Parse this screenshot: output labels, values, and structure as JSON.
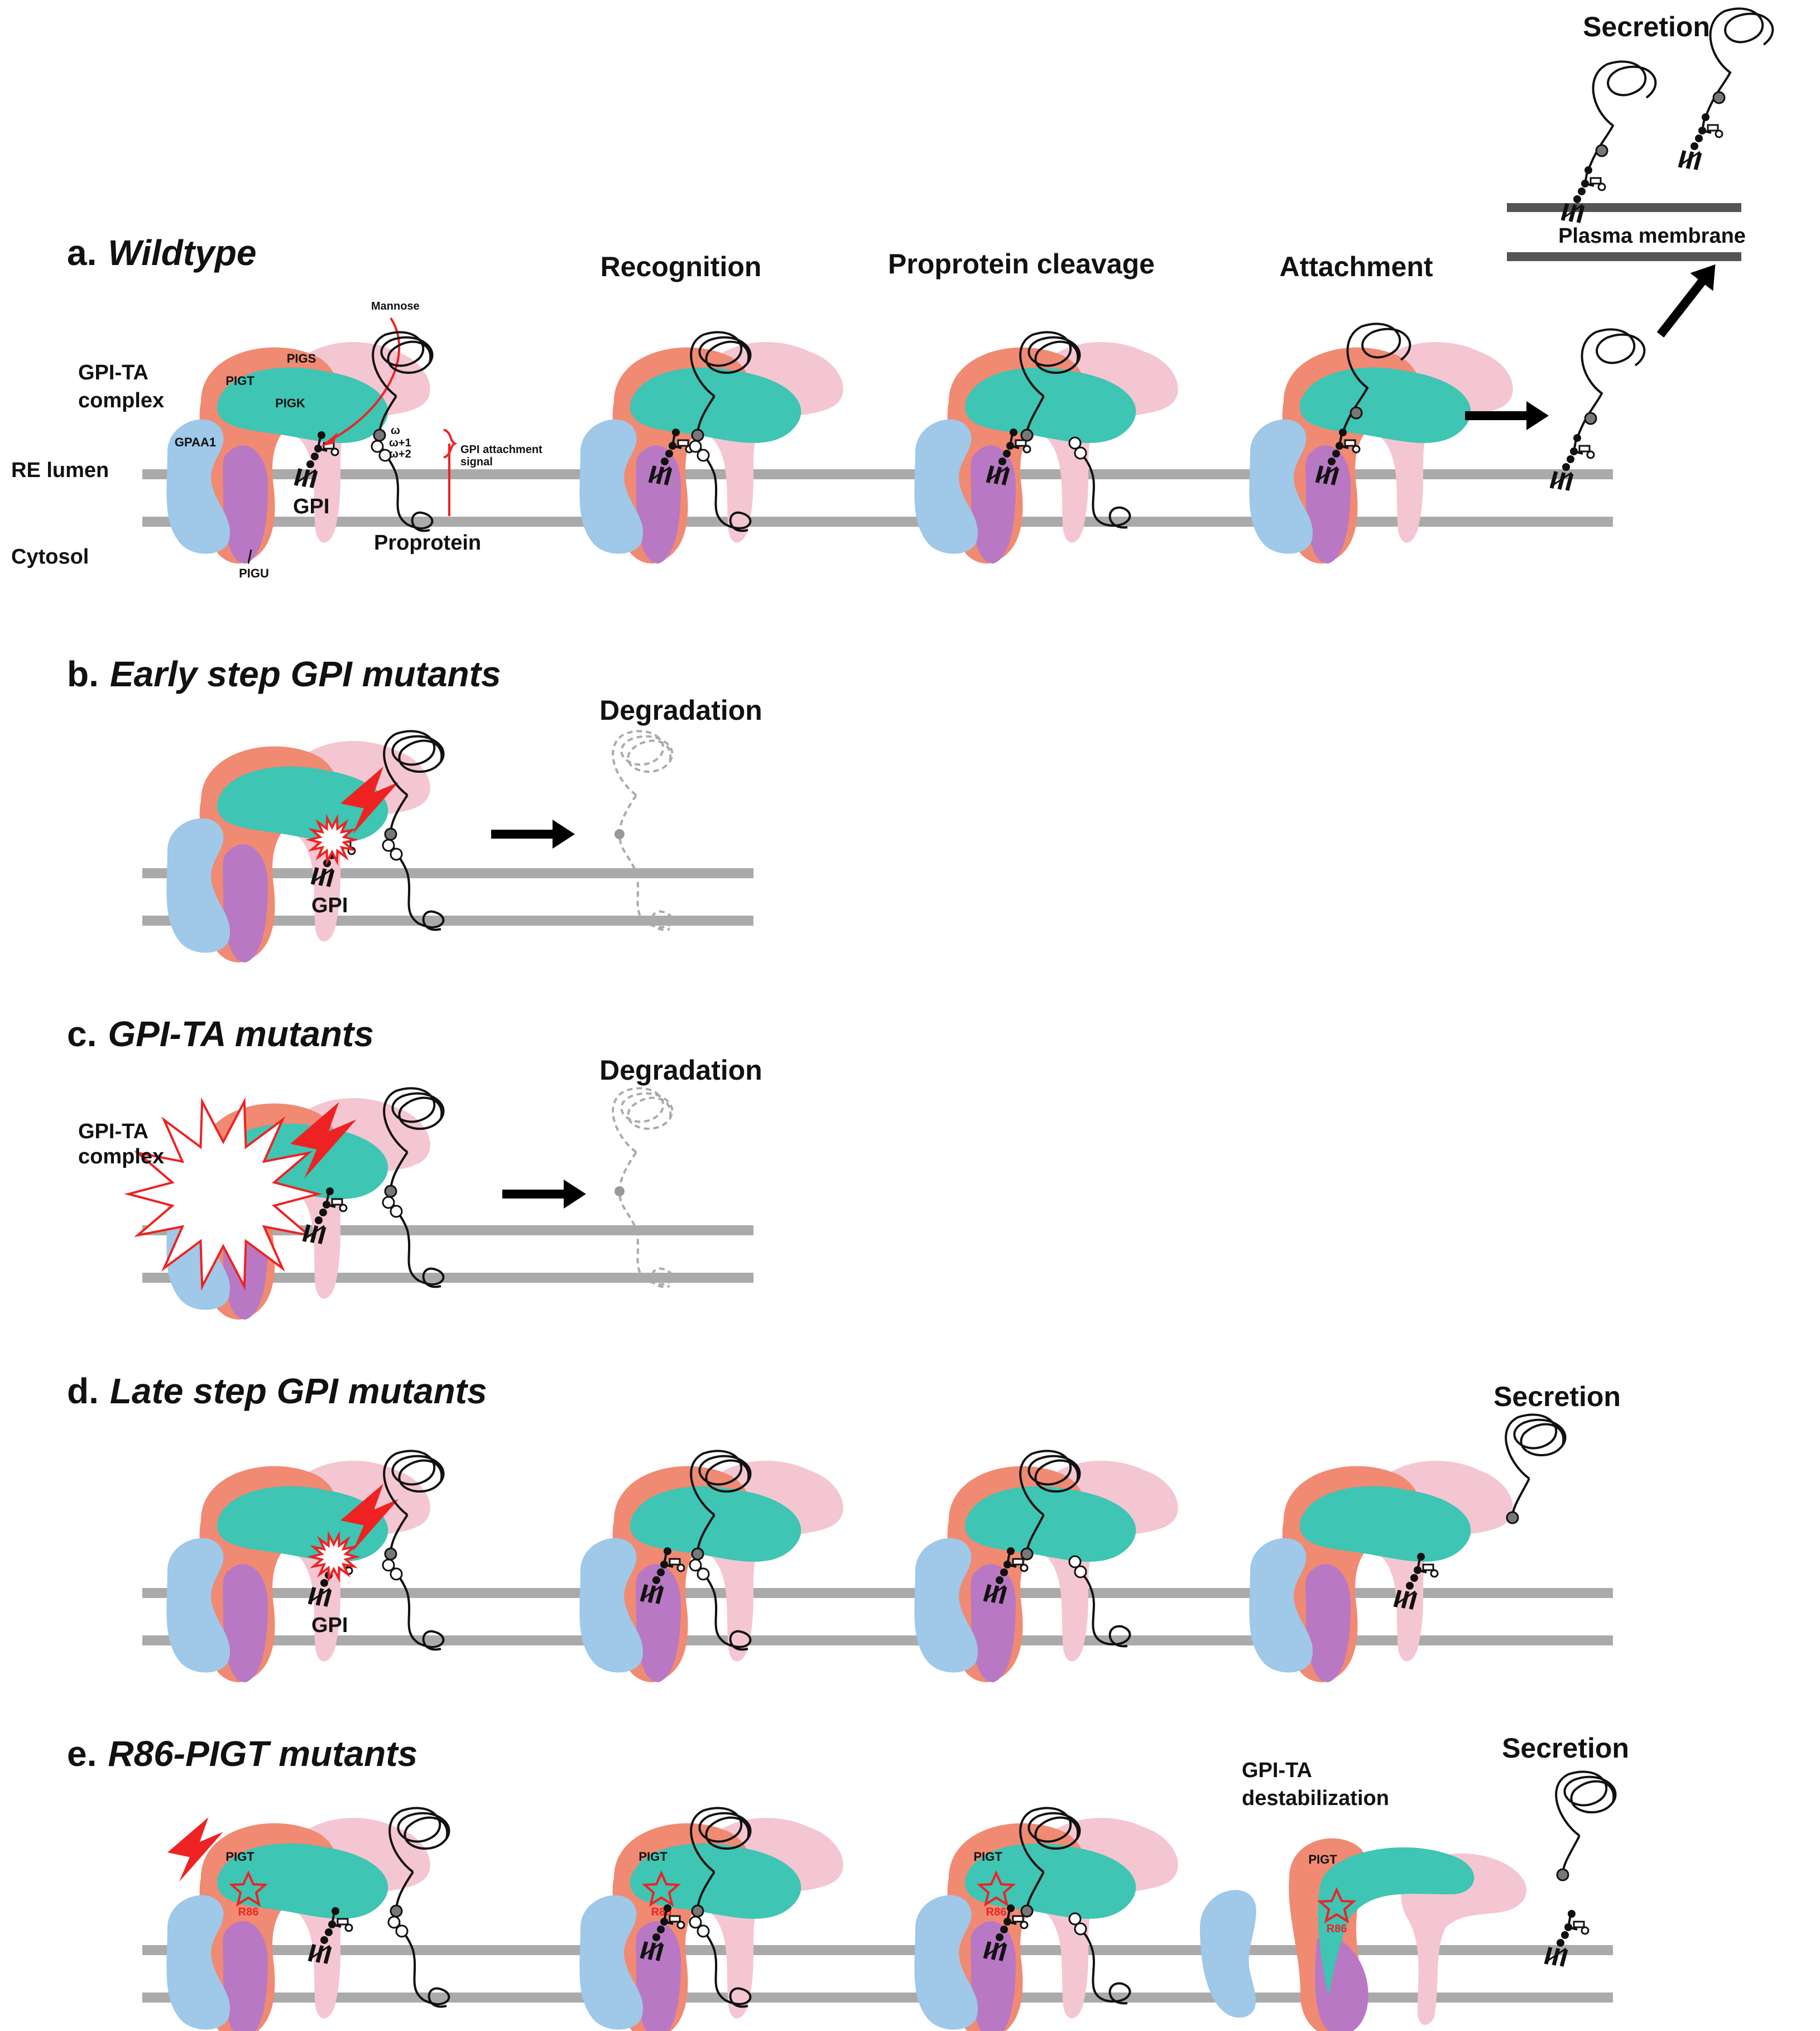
{
  "colors": {
    "PIGT": "#f08a72",
    "PIGS": "#f4c6d2",
    "PIGK": "#3ec5b3",
    "GPAA1": "#9fc8e9",
    "PIGU": "#b978c4",
    "membrane": "#aaaaaa",
    "plasma_membrane": "#555555",
    "damage": "#ee2222"
  },
  "panels": {
    "a": {
      "letter": "a.",
      "title": "Wildtype"
    },
    "b": {
      "letter": "b.",
      "title": "Early step GPI mutants"
    },
    "c": {
      "letter": "c.",
      "title": "GPI-TA mutants"
    },
    "d": {
      "letter": "d.",
      "title": "Late step GPI mutants"
    },
    "e": {
      "letter": "e.",
      "title": "R86-PIGT mutants"
    }
  },
  "steps": {
    "recognition": "Recognition",
    "cleavage": "Proprotein cleavage",
    "attachment": "Attachment",
    "secretion": "Secretion",
    "degradation": "Degradation",
    "destabilization_line1": "GPI-TA",
    "destabilization_line2": "destabilization"
  },
  "labels": {
    "gpi_ta_line1": "GPI-TA",
    "gpi_ta_line2": "complex",
    "re_lumen": "RE lumen",
    "cytosol": "Cytosol",
    "gpi": "GPI",
    "proprotein": "Proprotein",
    "mannose": "Mannose",
    "attach_signal_line1": "GPI attachment",
    "attach_signal_line2": "signal",
    "omega": "ω",
    "omega1": "ω+1",
    "omega2": "ω+2",
    "plasma_membrane": "Plasma membrane",
    "PIGT": "PIGT",
    "PIGS": "PIGS",
    "PIGK": "PIGK",
    "GPAA1": "GPAA1",
    "PIGU": "PIGU",
    "R86": "R86"
  }
}
